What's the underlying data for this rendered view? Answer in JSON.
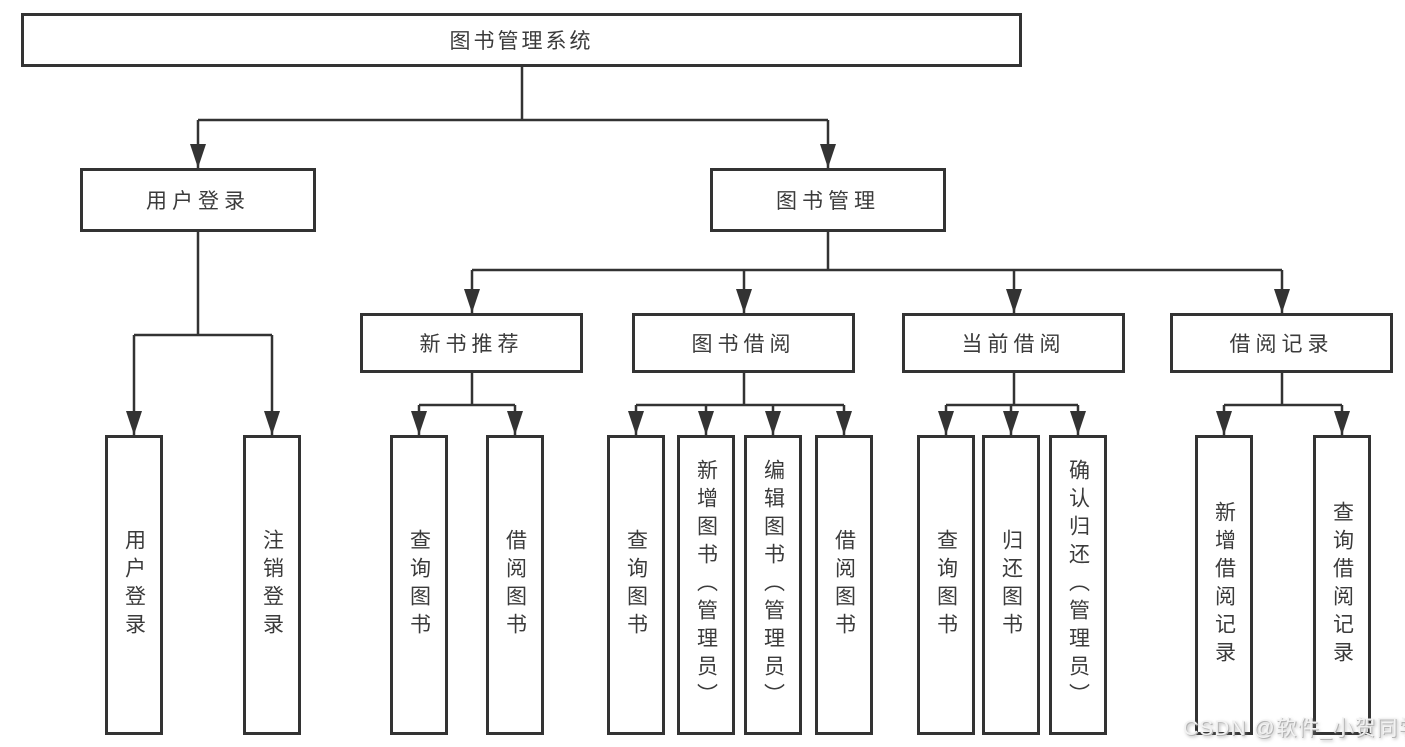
{
  "diagram": {
    "root": "图书管理系统",
    "level2": {
      "user_login": "用户登录",
      "book_mgmt": "图书管理"
    },
    "level3": {
      "new_book_rec": "新书推荐",
      "book_borrow": "图书借阅",
      "current_borrow": "当前借阅",
      "borrow_records": "借阅记录"
    },
    "leaves": {
      "user_login": [
        "用户登录",
        "注销登录"
      ],
      "new_book_rec": [
        "查询图书",
        "借阅图书"
      ],
      "book_borrow": [
        "查询图书",
        "新增图书（管理员）",
        "编辑图书（管理员）",
        "借阅图书"
      ],
      "current_borrow": [
        "查询图书",
        "归还图书",
        "确认归还（管理员）"
      ],
      "borrow_records": [
        "新增借阅记录",
        "查询借阅记录"
      ]
    },
    "watermark": "CSDN @软件_小贺同学"
  },
  "colors": {
    "line": "#333333",
    "border": "#333333",
    "text": "#3b3b3b",
    "background": "#ffffff",
    "watermark": "#f2f2f2"
  }
}
